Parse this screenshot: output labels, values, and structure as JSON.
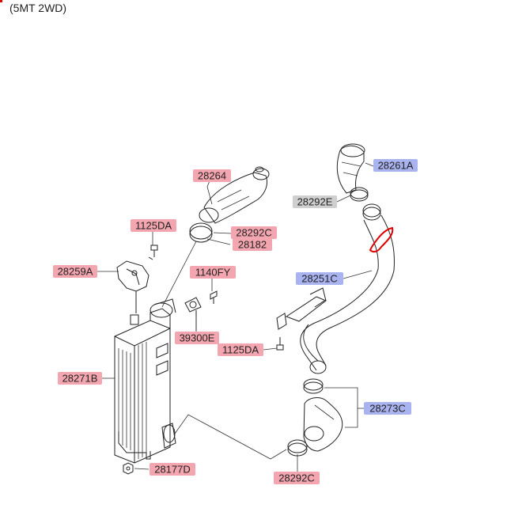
{
  "header": {
    "caption": "(5MT 2WD)"
  },
  "colors": {
    "label_red": "#f4a6b0",
    "label_blue": "#a9b3f0",
    "label_gray": "#cfcfcf",
    "highlight": "#e00000"
  },
  "labels": [
    {
      "id": "lbl-28261A",
      "code": "28261A",
      "tone": "blue"
    },
    {
      "id": "lbl-28264",
      "code": "28264",
      "tone": "red"
    },
    {
      "id": "lbl-28292E",
      "code": "28292E",
      "tone": "gray"
    },
    {
      "id": "lbl-1125DA-top",
      "code": "1125DA",
      "tone": "red"
    },
    {
      "id": "lbl-28292C-top",
      "code": "28292C",
      "tone": "red"
    },
    {
      "id": "lbl-28182",
      "code": "28182",
      "tone": "red"
    },
    {
      "id": "lbl-28259A",
      "code": "28259A",
      "tone": "red"
    },
    {
      "id": "lbl-1140FY",
      "code": "1140FY",
      "tone": "red"
    },
    {
      "id": "lbl-28251C",
      "code": "28251C",
      "tone": "blue"
    },
    {
      "id": "lbl-39300E",
      "code": "39300E",
      "tone": "red"
    },
    {
      "id": "lbl-1125DA-mid",
      "code": "1125DA",
      "tone": "red"
    },
    {
      "id": "lbl-28271B",
      "code": "28271B",
      "tone": "red"
    },
    {
      "id": "lbl-28273C",
      "code": "28273C",
      "tone": "blue"
    },
    {
      "id": "lbl-28177D",
      "code": "28177D",
      "tone": "red"
    },
    {
      "id": "lbl-28292C-bot",
      "code": "28292C",
      "tone": "red"
    }
  ]
}
